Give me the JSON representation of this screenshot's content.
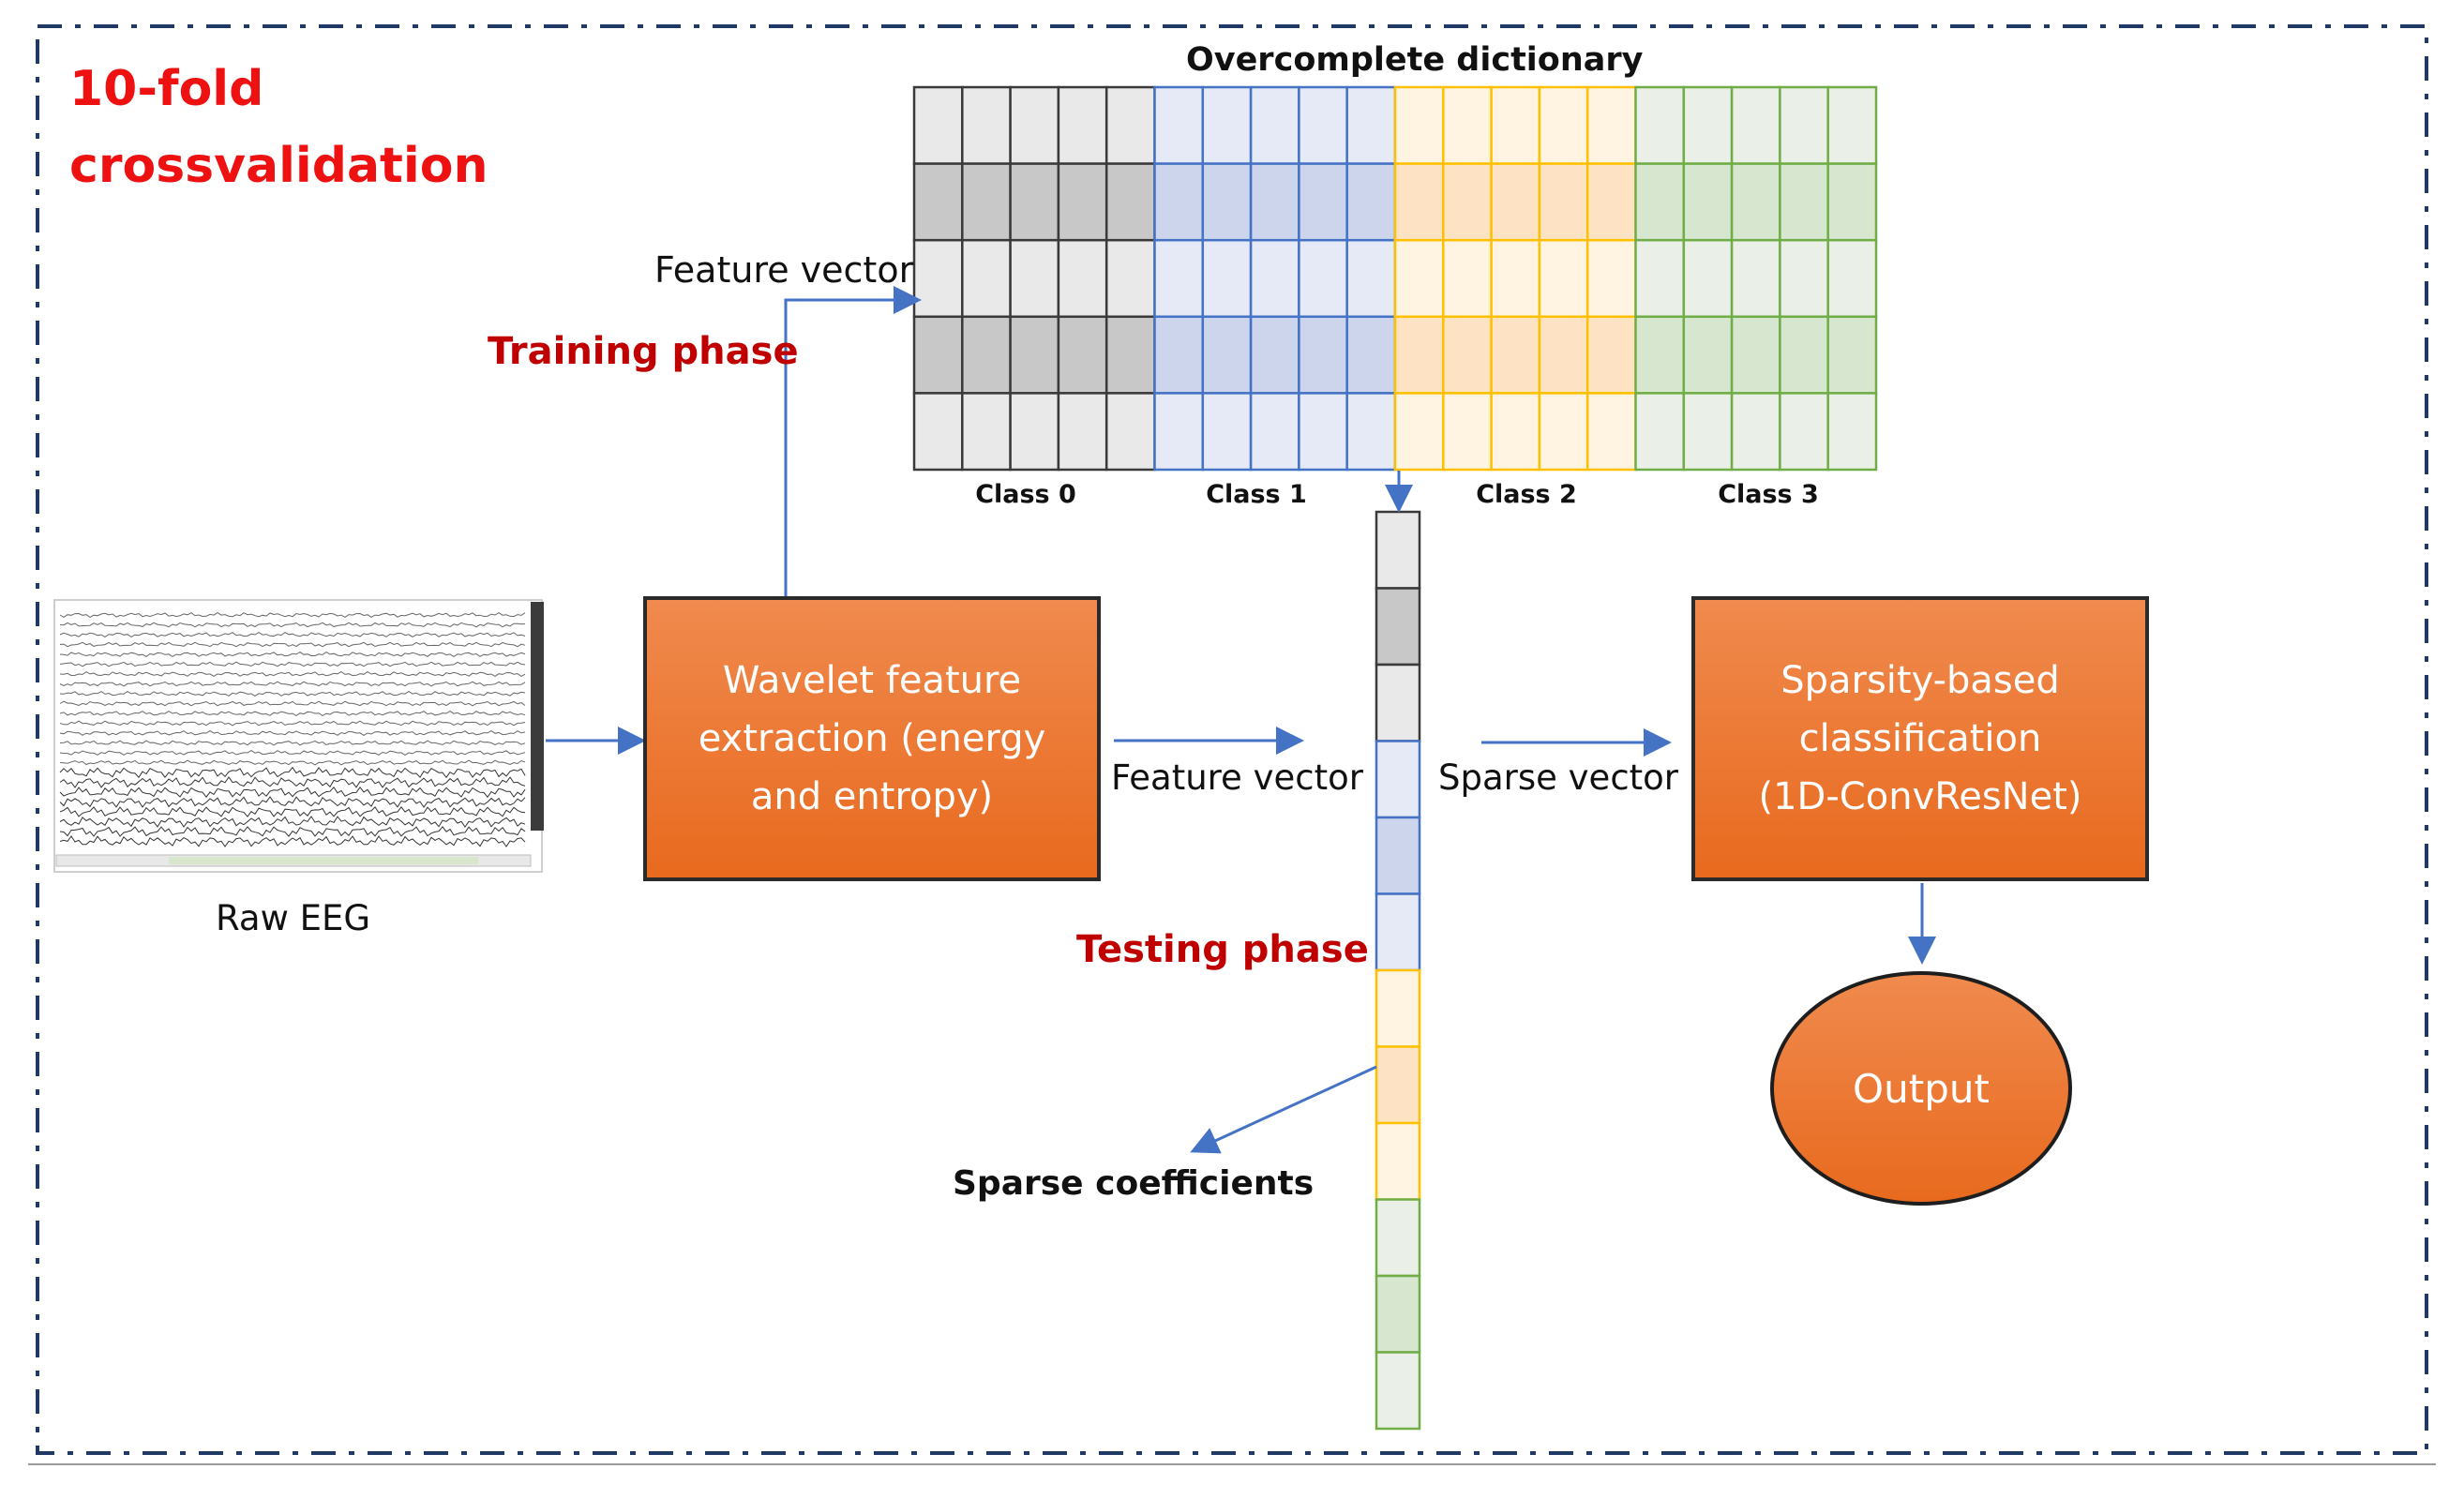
{
  "frame": {
    "title": "10-fold\ncrossvalidation"
  },
  "dictionary": {
    "title": "Overcomplete dictionary",
    "classes": [
      {
        "label": "Class 0",
        "stroke": "#3a3a3a",
        "light": "#e9e9e9",
        "dark": "#c8c8c8"
      },
      {
        "label": "Class 1",
        "stroke": "#4472c4",
        "light": "#e6eaf6",
        "dark": "#ccd5ec"
      },
      {
        "label": "Class 2",
        "stroke": "#ffc000",
        "light": "#fff3e2",
        "dark": "#fde3c4"
      },
      {
        "label": "Class 3",
        "stroke": "#70ad47",
        "light": "#eaf0e7",
        "dark": "#d6e6cf"
      }
    ]
  },
  "labels": {
    "feature_vector_top": "Feature vector",
    "training_phase": "Training phase",
    "feature_vector_mid": "Feature vector",
    "sparse_vector": "Sparse vector",
    "testing_phase": "Testing phase",
    "sparse_coefficients": "Sparse coefficients",
    "raw_eeg": "Raw EEG"
  },
  "boxes": {
    "wavelet": "Wavelet feature\nextraction (energy\nand entropy)",
    "classifier": "Sparsity-based\nclassification\n(1D-ConvResNet)",
    "output": "Output"
  },
  "colors": {
    "arrow": "#4472c4",
    "frame": "#1f3864",
    "box_fill": "#ed7d31"
  }
}
